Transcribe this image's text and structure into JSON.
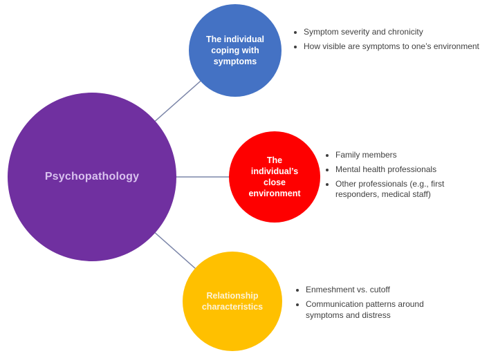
{
  "diagram": {
    "background_color": "#ffffff",
    "connector_color": "#7b85a8",
    "bullet_text_color": "#3f3f3f",
    "hub": {
      "label": "Psychopathology",
      "fill_color": "#7030a0",
      "text_color": "#d9c2ef"
    },
    "branches": [
      {
        "label": "The individual coping with symptoms",
        "fill_color": "#4472c4",
        "text_color": "#ffffff",
        "bullets": [
          "Symptom severity and chronicity",
          "How visible are symptoms to one’s environment"
        ]
      },
      {
        "label": "The individual’s close environment",
        "fill_color": "#fe0000",
        "text_color": "#ffffff",
        "bullets": [
          "Family members",
          "Mental health professionals",
          "Other professionals (e.g., first responders, medical staff)"
        ]
      },
      {
        "label": "Relationship characteristics",
        "fill_color": "#ffc000",
        "text_color": "#fdf3d7",
        "bullets": [
          "Enmeshment vs. cutoff",
          "Communication patterns around symptoms and distress"
        ]
      }
    ]
  }
}
